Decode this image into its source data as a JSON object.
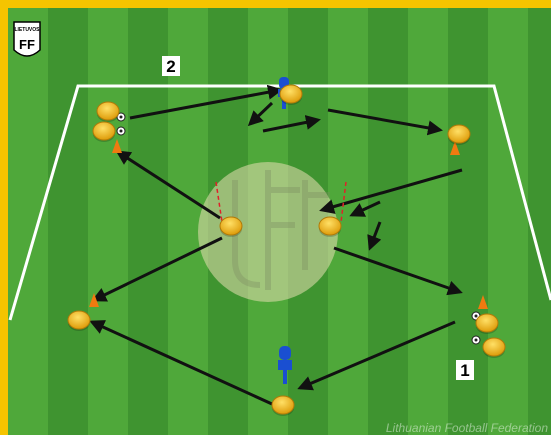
{
  "diagram": {
    "labels": {
      "group_2": "2",
      "group_1": "1"
    },
    "watermark": "Lithuanian Football Federation",
    "logo": {
      "text": "LIETUVOS",
      "mark": "FF"
    },
    "center_mark": "LFF",
    "colors": {
      "frame": "#f5c400",
      "pitch_light": "#4fa83a",
      "pitch_dark": "#3f9430",
      "lines": "#ffffff",
      "player": "#f2b318",
      "mannequin": "#1a4fd1",
      "cone": "#f07a10",
      "pole": "#e0202a",
      "arrow": "#111111",
      "center_circle": "#e8dfb2"
    },
    "icons": [
      "player-icon",
      "mannequin-icon",
      "cone-icon",
      "ball-icon",
      "pole-icon",
      "arrow-icon"
    ]
  }
}
